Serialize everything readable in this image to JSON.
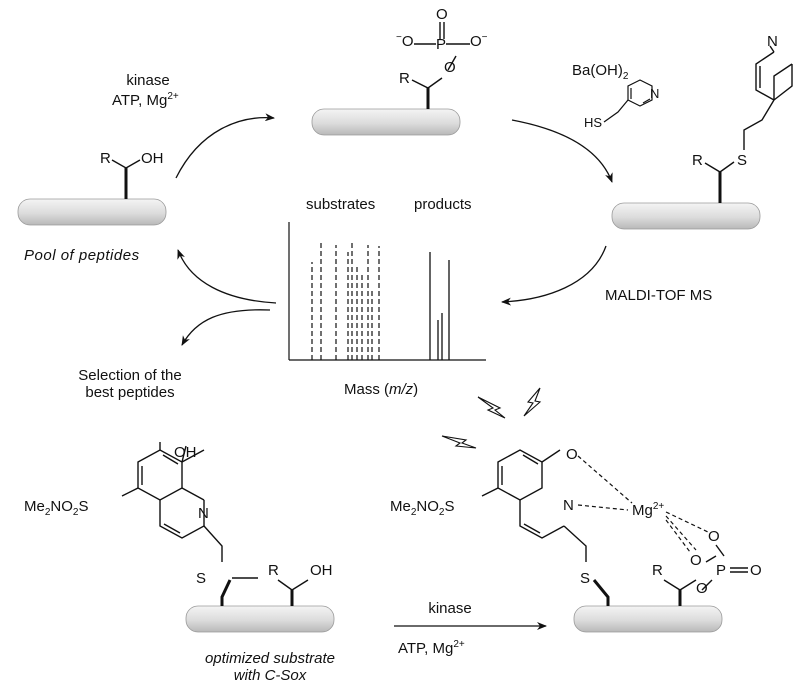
{
  "labels": {
    "kinase_top": "kinase",
    "atp_mg_top": "ATP, Mg",
    "mg_charge": "2+",
    "baoh2_ba": "Ba(OH)",
    "baoh2_sub": "2",
    "hs": "HS",
    "r": "R",
    "oh": "OH",
    "s": "S",
    "n": "N",
    "o": "O",
    "p": "P",
    "o_minus": "O",
    "minus": "−",
    "substrates": "substrates",
    "products": "products",
    "pool_of_peptides": "Pool of peptides",
    "maldi": "MALDI-TOF MS",
    "selection_line1": "Selection of the",
    "selection_line2": "best peptides",
    "mass_prefix": "Mass (",
    "mass_mz": "m/z",
    "mass_suffix": ")",
    "me2no2s": "Me",
    "me2no2s_2": "2",
    "me2no2s_rest": "NO",
    "me2no2s_3": "2",
    "me2no2s_s": "S",
    "mg_bottom": "Mg",
    "kinase_bottom": "kinase",
    "atp_mg_bottom": "ATP, Mg",
    "optimized_line1": "optimized substrate",
    "optimized_line2": "with C-Sox"
  }
}
